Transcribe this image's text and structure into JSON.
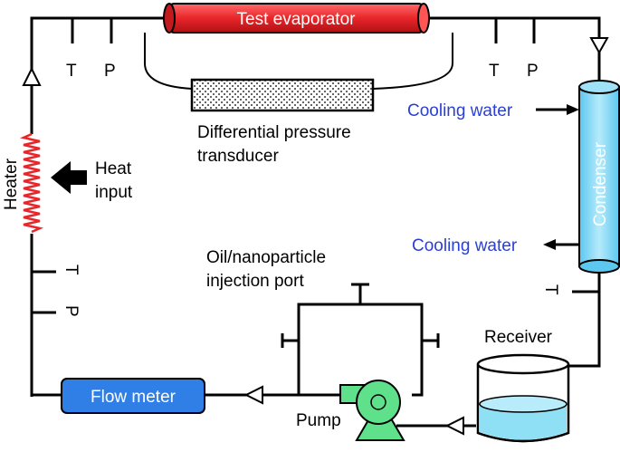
{
  "labels": {
    "test_evaporator": "Test evaporator",
    "differential_pressure_line1": "Differential pressure",
    "differential_pressure_line2": "transducer",
    "cooling_water_in": "Cooling water",
    "cooling_water_out": "Cooling water",
    "condenser": "Condenser",
    "heater": "Heater",
    "heat_input_line1": "Heat",
    "heat_input_line2": "input",
    "oil_port_line1": "Oil/nanoparticle",
    "oil_port_line2": "injection port",
    "receiver": "Receiver",
    "pump": "Pump",
    "flow_meter": "Flow meter",
    "sensor_t": "T",
    "sensor_p": "P"
  },
  "colors": {
    "evaporator": "#e8262a",
    "condenser": "#7ed3f3",
    "flow_meter": "#2f7fe6",
    "pump": "#5fe08a",
    "heater": "#e8262a",
    "receiver_water": "#8fe0f5",
    "cooling_water_text": "#2a3fd6"
  },
  "icons": [
    "heat-arrow-icon",
    "flow-direction-arrow-icon",
    "pump-icon"
  ]
}
